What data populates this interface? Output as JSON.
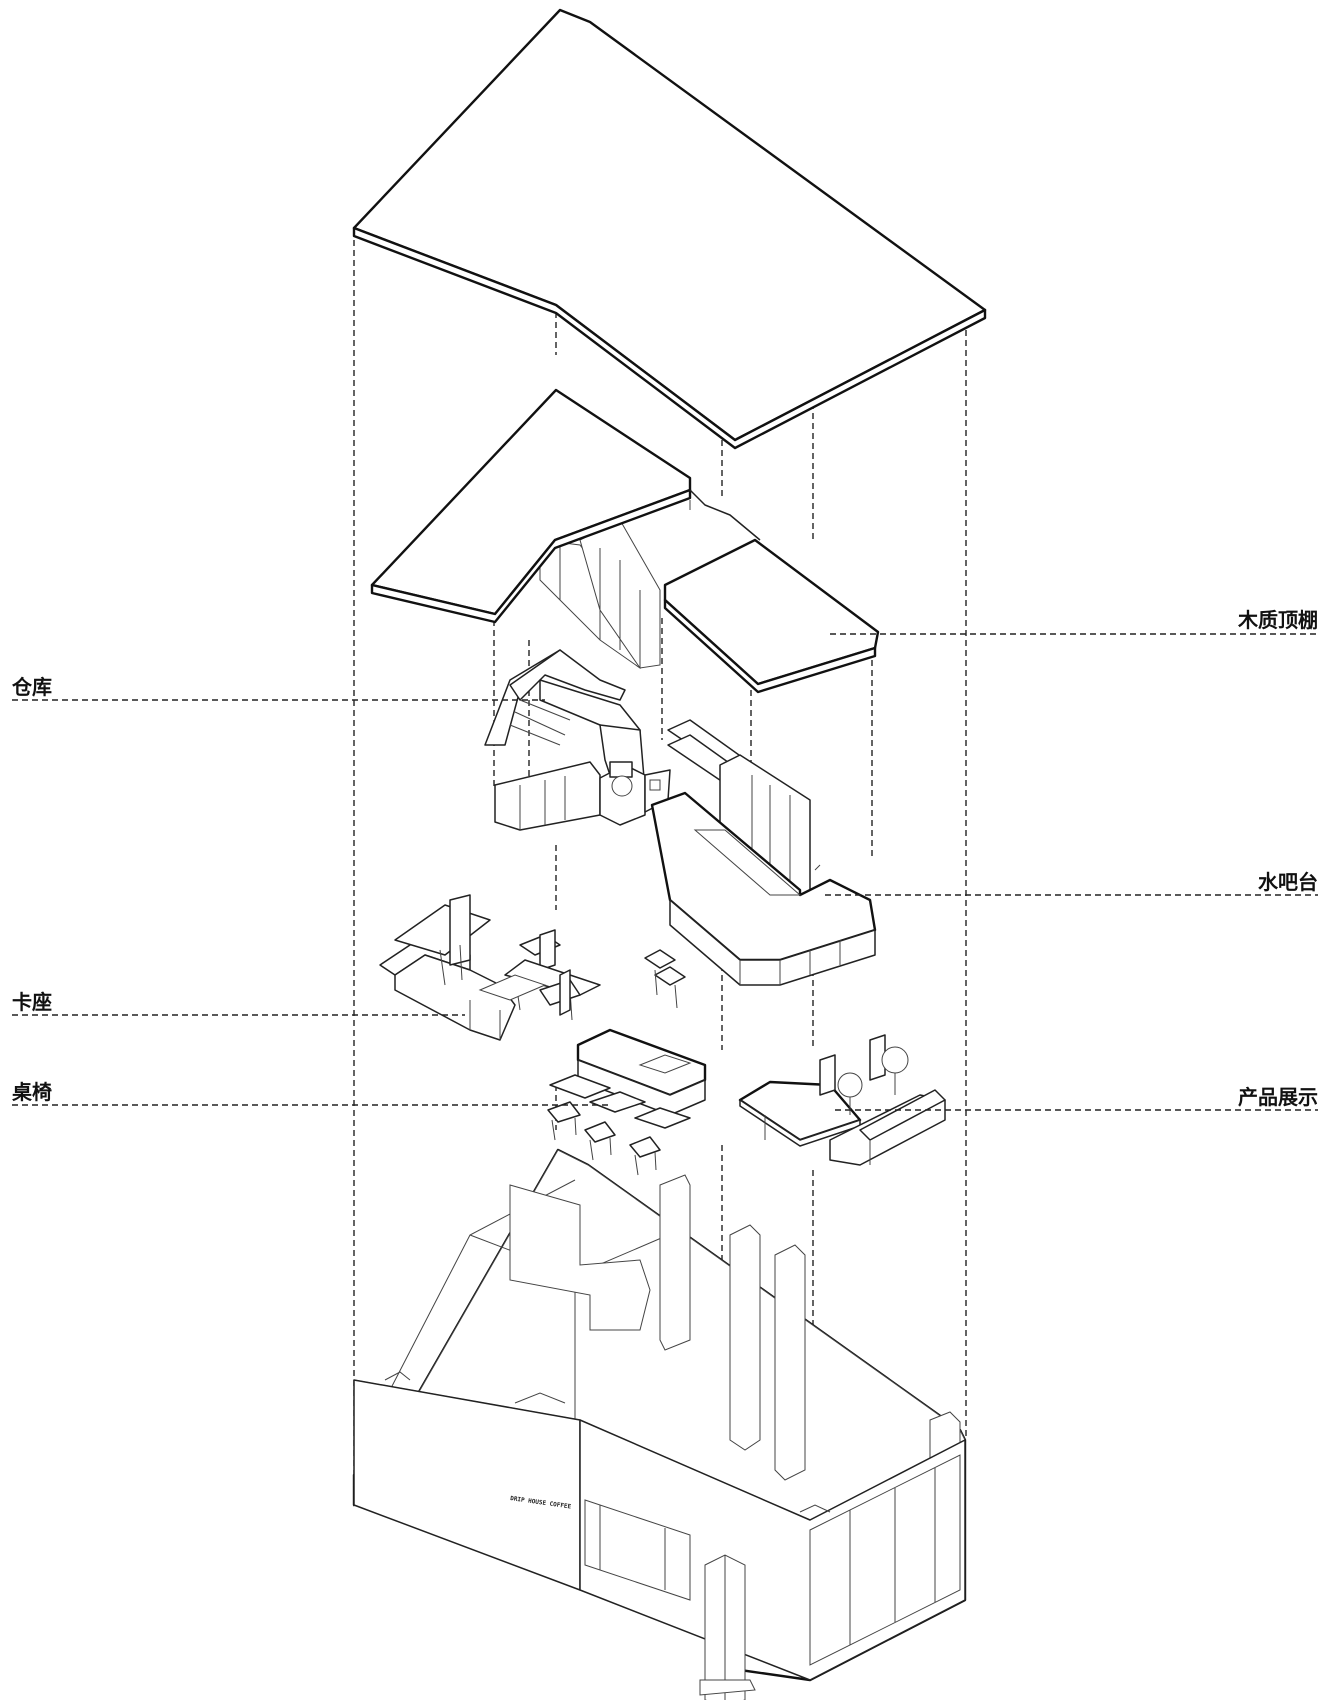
{
  "labels": {
    "ceiling": "木质顶棚",
    "storage": "仓库",
    "bar": "水吧台",
    "booth": "卡座",
    "tables": "桌椅",
    "display": "产品展示"
  },
  "storefront_sign": "DRIP HOUSE COFFEE",
  "colors": {
    "line": "#111111",
    "background": "#ffffff"
  }
}
